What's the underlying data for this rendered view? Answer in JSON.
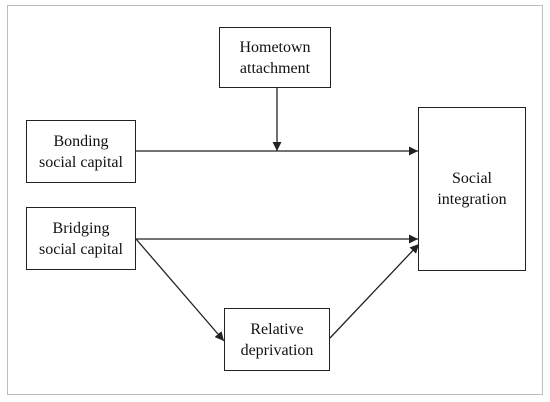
{
  "nodes": {
    "hometown": {
      "line1": "Hometown",
      "line2": "attachment"
    },
    "bonding": {
      "line1": "Bonding",
      "line2": "social capital"
    },
    "bridging": {
      "line1": "Bridging",
      "line2": "social capital"
    },
    "social": {
      "line1": "Social",
      "line2": "integration"
    },
    "relative": {
      "line1": "Relative",
      "line2": "deprivation"
    }
  },
  "edges": [
    {
      "from": "bonding",
      "to": "social"
    },
    {
      "from": "bridging",
      "to": "social"
    },
    {
      "from": "bridging",
      "to": "relative"
    },
    {
      "from": "relative",
      "to": "social"
    },
    {
      "from": "hometown",
      "to": "bonding-social-edge",
      "type": "moderation"
    }
  ]
}
